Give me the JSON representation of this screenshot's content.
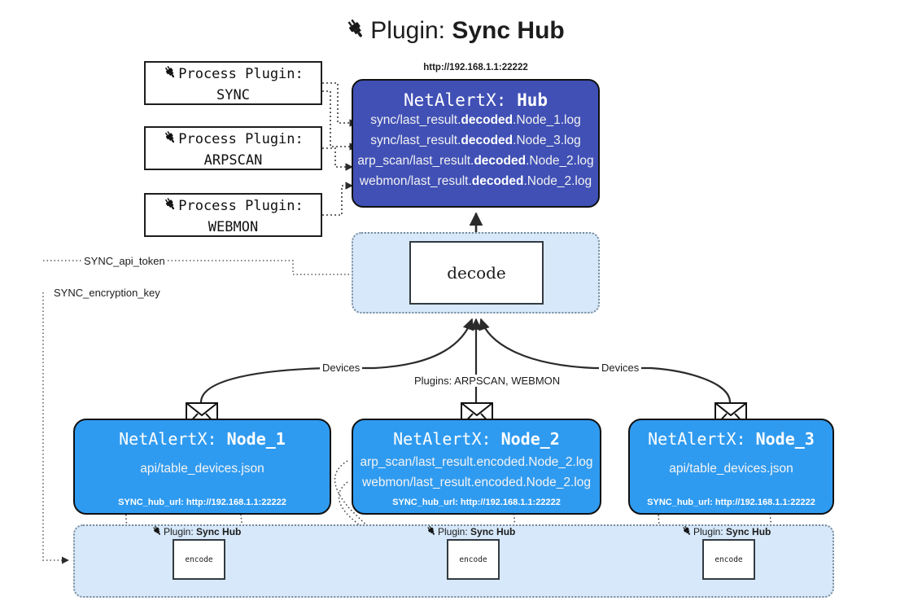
{
  "title": {
    "icon": "plug-icon",
    "prefix": "Plugin: ",
    "name": "Sync Hub"
  },
  "process_plugins": [
    {
      "icon": "plug-icon",
      "line1": "Process Plugin:",
      "line2": "SYNC"
    },
    {
      "icon": "plug-icon",
      "line1": "Process Plugin:",
      "line2": "ARPSCAN"
    },
    {
      "icon": "plug-icon",
      "line1": "Process Plugin:",
      "line2": "WEBMON"
    }
  ],
  "hub": {
    "url": "http://192.168.1.1:22222",
    "title_prefix": "NetAlertX: ",
    "title_name": "Hub",
    "color": "#4050b5",
    "logs": [
      {
        "pre": "sync/last_result.",
        "mid": "decoded",
        "post": ".Node_1.log"
      },
      {
        "pre": "sync/last_result.",
        "mid": "decoded",
        "post": ".Node_3.log"
      },
      {
        "pre": "arp_scan/last_result.",
        "mid": "decoded",
        "post": ".Node_2.log"
      },
      {
        "pre": "webmon/last_result.",
        "mid": "decoded",
        "post": ".Node_2.log"
      }
    ]
  },
  "decode": {
    "label": "decode",
    "container_color": "#d6e8fa"
  },
  "nodes": [
    {
      "icon": "envelope-icon",
      "title_prefix": "NetAlertX: ",
      "title_name": "Node_1",
      "lines": [
        "api/table_devices.json"
      ],
      "url_key": "SYNC_hub_url: ",
      "url_value": "http://192.168.1.1:22222",
      "color": "#2f9bf0"
    },
    {
      "icon": "envelope-icon",
      "title_prefix": "NetAlertX: ",
      "title_name": "Node_2",
      "lines": [
        "arp_scan/last_result.encoded.Node_2.log",
        "webmon/last_result.encoded.Node_2.log"
      ],
      "url_key": "SYNC_hub_url: ",
      "url_value": "http://192.168.1.1:22222",
      "color": "#2f9bf0"
    },
    {
      "icon": "envelope-icon",
      "title_prefix": "NetAlertX: ",
      "title_name": "Node_3",
      "lines": [
        "api/table_devices.json"
      ],
      "url_key": "SYNC_hub_url: ",
      "url_value": "http://192.168.1.1:22222",
      "color": "#2f9bf0"
    }
  ],
  "encoders": [
    {
      "icon": "plug-icon",
      "label_prefix": "Plugin: ",
      "label_name": "Sync Hub",
      "box_label": "encode"
    },
    {
      "icon": "plug-icon",
      "label_prefix": "Plugin: ",
      "label_name": "Sync Hub",
      "box_label": "encode"
    },
    {
      "icon": "plug-icon",
      "label_prefix": "Plugin: ",
      "label_name": "Sync Hub",
      "box_label": "encode"
    }
  ],
  "edge_labels": {
    "api_token": "SYNC_api_token",
    "encryption_key": "SYNC_encryption_key",
    "devices_left": "Devices",
    "devices_right": "Devices",
    "plugins_mid": "Plugins: ARPSCAN, WEBMON"
  }
}
